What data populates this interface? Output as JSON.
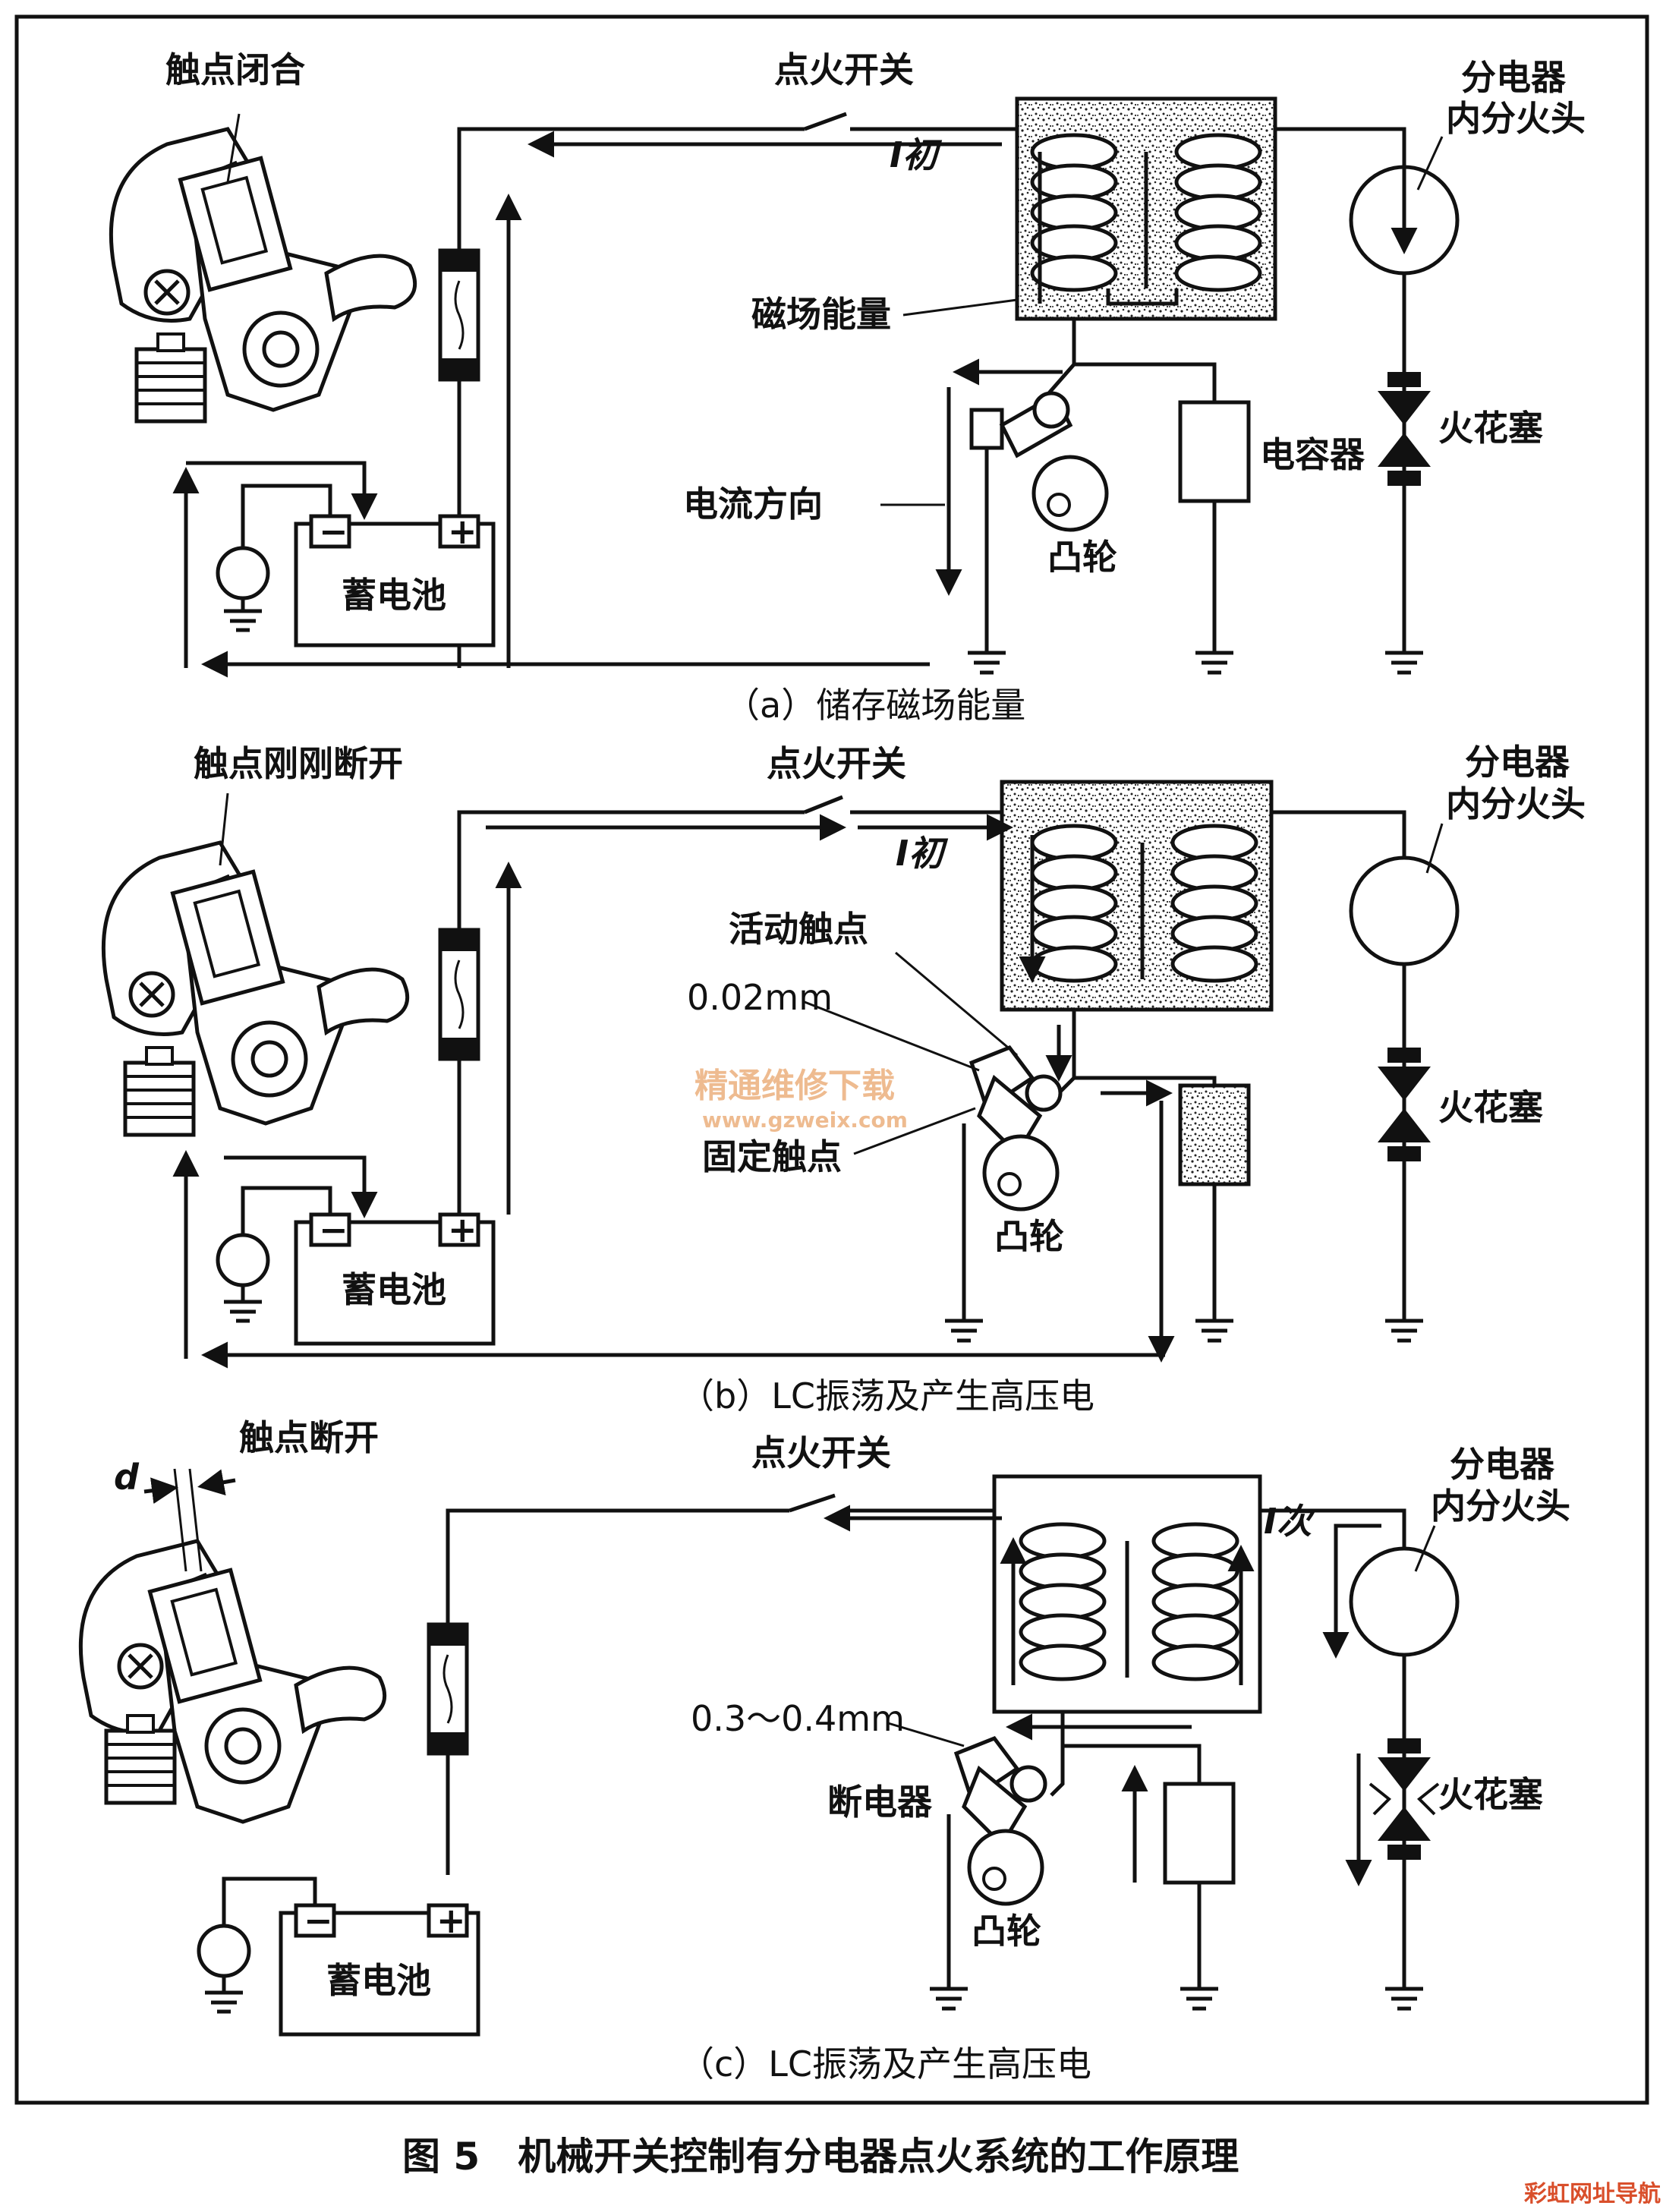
{
  "panels": [
    {
      "id": "a",
      "contact_label": "触点闭合",
      "switch_label": "点火开关",
      "current_label": "I初",
      "distributor_label_line1": "分电器",
      "distributor_label_line2": "内分火头",
      "magnetic_label": "磁场能量",
      "spark_plug_label": "火花塞",
      "capacitor_label": "电容器",
      "current_direction_label": "电流方向",
      "cam_label": "凸轮",
      "battery_label": "蓄电池",
      "caption": "（a）储存磁场能量"
    },
    {
      "id": "b",
      "contact_label": "触点刚刚断开",
      "switch_label": "点火开关",
      "current_label": "I初",
      "distributor_label_line1": "分电器",
      "distributor_label_line2": "内分火头",
      "moving_contact_label": "活动触点",
      "gap_label": "0.02mm",
      "fixed_contact_label": "固定触点",
      "spark_plug_label": "火花塞",
      "cam_label": "凸轮",
      "battery_label": "蓄电池",
      "caption": "（b）LC振荡及产生高压电"
    },
    {
      "id": "c",
      "contact_label": "触点断开",
      "gap_symbol": "d",
      "switch_label": "点火开关",
      "current_label": "I次",
      "distributor_label_line1": "分电器",
      "distributor_label_line2": "内分火头",
      "gap_label": "0.3～0.4mm",
      "breaker_label": "断电器",
      "spark_plug_label": "火花塞",
      "cam_label": "凸轮",
      "battery_label": "蓄电池",
      "caption": "（c）LC振荡及产生高压电"
    }
  ],
  "battery_minus": "−",
  "battery_plus": "+",
  "figure_caption": "图 5　机械开关控制有分电器点火系统的工作原理",
  "watermark_text": "精通维修下载",
  "watermark_url": "www.gzweix.com",
  "site_mark": "彩虹网址导航",
  "colors": {
    "line": "#111111",
    "watermark": "#e9a56b",
    "site_mark": "#d94f2b"
  }
}
